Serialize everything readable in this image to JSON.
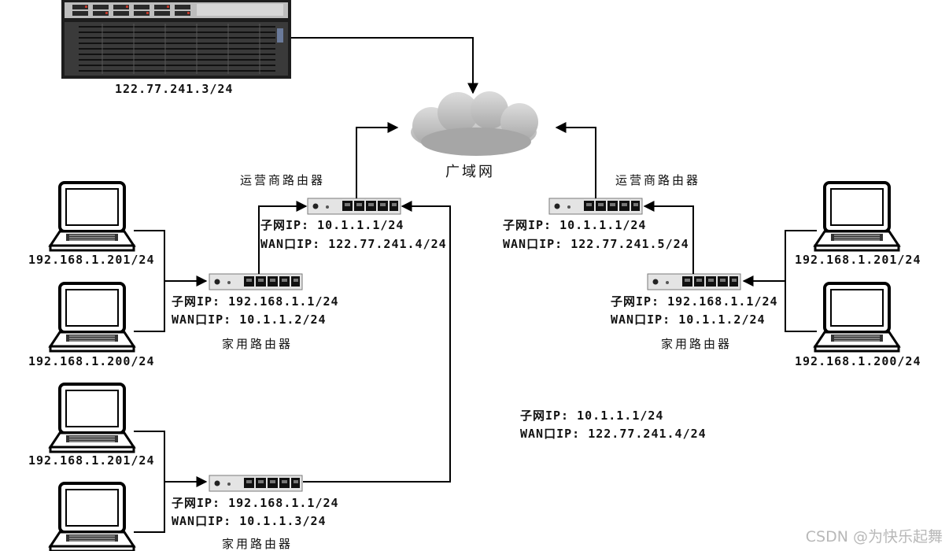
{
  "server": {
    "ip": "122.77.241.3/24"
  },
  "wan": {
    "label": "广域网"
  },
  "isp_routers": [
    {
      "title": "运营商路由器",
      "subnet_ip": "子网IP: 10.1.1.1/24",
      "wan_ip": "WAN口IP: 122.77.241.4/24"
    },
    {
      "title": "运营商路由器",
      "subnet_ip": "子网IP: 10.1.1.1/24",
      "wan_ip": "WAN口IP: 122.77.241.5/24"
    }
  ],
  "home_routers": [
    {
      "title": "家用路由器",
      "subnet_ip": "子网IP: 192.168.1.1/24",
      "wan_ip": "WAN口IP: 10.1.1.2/24"
    },
    {
      "title": "家用路由器",
      "subnet_ip": "子网IP: 192.168.1.1/24",
      "wan_ip": "WAN口IP: 10.1.1.3/24"
    },
    {
      "title": "家用路由器",
      "subnet_ip": "子网IP: 192.168.1.1/24",
      "wan_ip": "WAN口IP: 10.1.1.2/24"
    }
  ],
  "hosts": [
    {
      "ip": "192.168.1.201/24"
    },
    {
      "ip": "192.168.1.200/24"
    },
    {
      "ip": "192.168.1.201/24"
    },
    {
      "ip": "192.168.1.201/24"
    },
    {
      "ip": "192.168.1.200/24"
    }
  ],
  "note": {
    "subnet_ip": "子网IP: 10.1.1.1/24",
    "wan_ip": "WAN口IP: 122.77.241.4/24"
  },
  "watermark": "CSDN @为快乐起舞"
}
